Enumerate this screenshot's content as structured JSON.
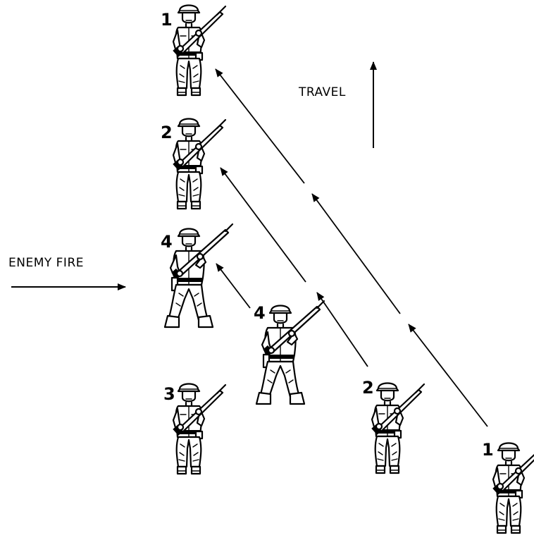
{
  "labels": {
    "travel": "TRAVEL",
    "enemy_fire": "ENEMY FIRE"
  },
  "soldiers": [
    {
      "id": "s1-final",
      "number": "1",
      "pose": "standing"
    },
    {
      "id": "s2-final",
      "number": "2",
      "pose": "standing"
    },
    {
      "id": "s4-final",
      "number": "4",
      "pose": "ready"
    },
    {
      "id": "s4-mid",
      "number": "4",
      "pose": "ready"
    },
    {
      "id": "s3",
      "number": "3",
      "pose": "standing"
    },
    {
      "id": "s2-start",
      "number": "2",
      "pose": "standing"
    },
    {
      "id": "s1-start",
      "number": "1",
      "pose": "standing"
    }
  ],
  "icons": {
    "soldier": "soldier-figure-icon",
    "arrow": "arrow-icon"
  },
  "colors": {
    "ink": "#000000",
    "background": "#ffffff"
  }
}
